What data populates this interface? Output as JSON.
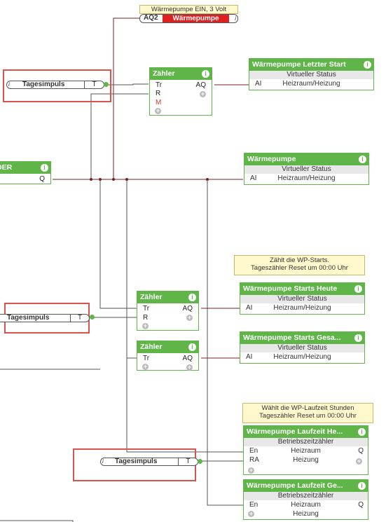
{
  "output_block": {
    "title": "Wärmepumpe EIN, 3 Volt",
    "pin": "AQ2",
    "label": "Wärmepumpe"
  },
  "tagesimpuls": {
    "name": "Tagesimpuls",
    "pin": "T"
  },
  "zaehler_label": "Zähler",
  "pins": {
    "tr": "Tr",
    "r": "R",
    "m": "M",
    "aq": "AQ",
    "ai": "AI",
    "q": "Q",
    "en": "En",
    "ra": "RA"
  },
  "virtual_status": "Virtueller Status",
  "heizraum_heizung": "Heizraum/Heizung",
  "left_block": {
    "title": "DER",
    "pin": "Q"
  },
  "status_blocks": {
    "letzter_start": "Wärmepumpe Letzter Start",
    "waermepumpe": "Wärmepumpe",
    "starts_heute": "Wärmepumpe Starts Heute",
    "starts_gesamt": "Wärmepumpe Starts Gesa..."
  },
  "notes": {
    "starts": [
      "Zählt die WP-Starts.",
      "Tageszähler Reset um 00:00 Uhr"
    ],
    "laufzeit": [
      "Wählt die WP-Laufzeit Stunden",
      "Tageszähler Reset um 00:00 Uhr"
    ]
  },
  "laufzeit_blocks": {
    "heute": "Wärmepumpe Laufzeit He...",
    "gesamt": "Wärmepumpe Laufzeit Ge...",
    "subtitle": "Betriebszeitzähler",
    "heizraum": "Heizraum",
    "heizung": "Heizung"
  },
  "colors": {
    "block_green": "#5fb548",
    "wire_dark": "#7a2020",
    "wire_gray": "#555555",
    "highlight_red": "#d9534f",
    "output_red": "#e02020",
    "note_yellow": "#fff8cc"
  }
}
